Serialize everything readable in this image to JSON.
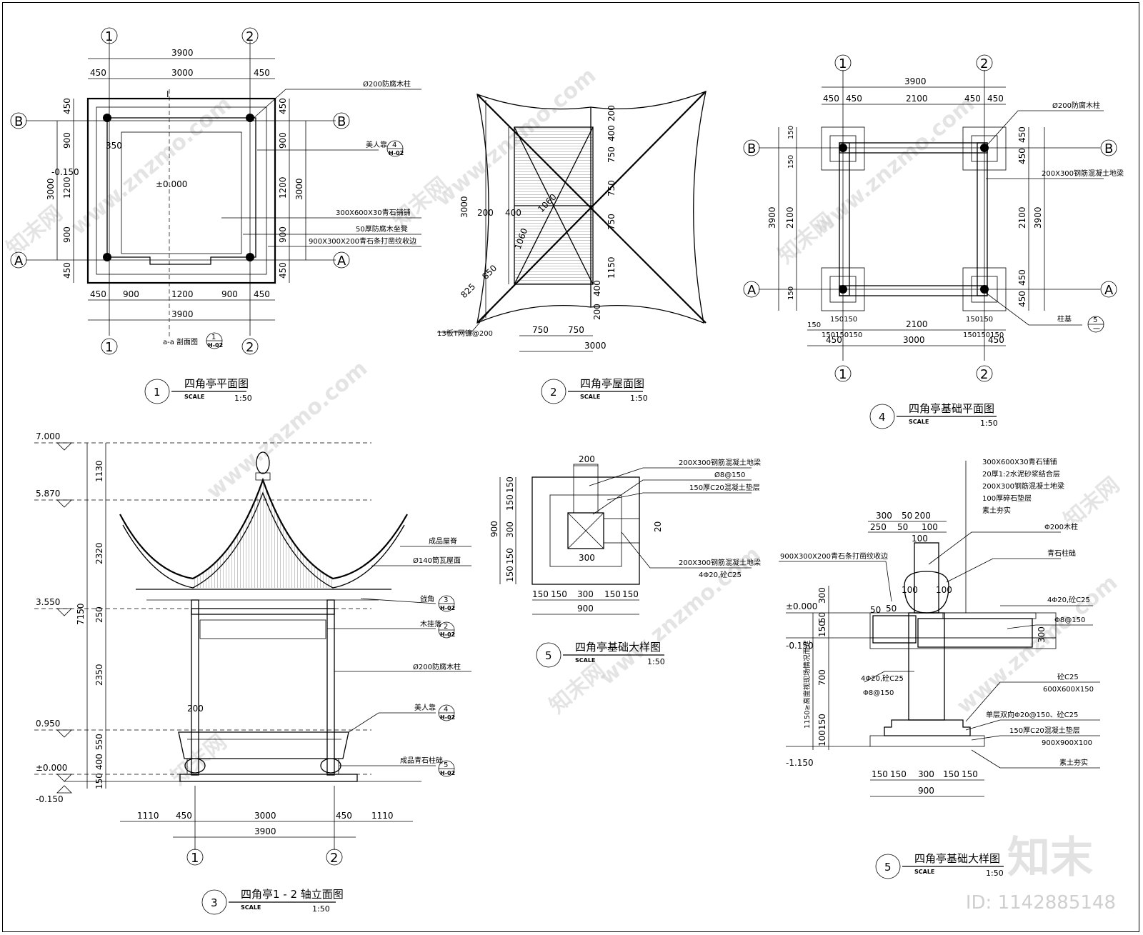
{
  "watermark": {
    "site": "www.znzmo.com",
    "brand": "知末网",
    "logo": "知末",
    "id": "ID: 1142885148"
  },
  "axes": {
    "one": "1",
    "two": "2",
    "a": "A",
    "b": "B"
  },
  "scale_label": "SCALE",
  "views": {
    "plan": {
      "number": "1",
      "title": "四角亭平面图",
      "scale": "1:50",
      "dims_top": [
        "3900",
        "450",
        "3000",
        "450"
      ],
      "dims_bottom": [
        "450",
        "900",
        "1200",
        "900",
        "450",
        "3900"
      ],
      "dims_left": [
        "450",
        "900",
        "1200",
        "900",
        "450",
        "3000"
      ],
      "dims_right": [
        "450",
        "900",
        "1200",
        "900",
        "450",
        "3000"
      ],
      "level_center": "±0.000",
      "level_edge": "-0.150",
      "inner_dim": "350",
      "section_mark": "I",
      "section_caption": "a-a 剖面图",
      "section_ref_top": "1",
      "section_ref_bottom": "H-02",
      "labels": [
        "Ø200防腐木柱",
        "美人靠",
        "300X600X30青石铺铺",
        "50厚防腐木坐凳",
        "900X300X200青石条打凿纹收边"
      ],
      "meiren_ref_top": "4",
      "meiren_ref_bottom": "H-02"
    },
    "roof": {
      "number": "2",
      "title": "四角亭屋面图",
      "scale": "1:50",
      "dims_left": [
        "3000",
        "200",
        "400",
        "1060",
        "850",
        "825"
      ],
      "dims_right": [
        "200",
        "400",
        "750",
        "750",
        "750",
        "1150",
        "400",
        "200"
      ],
      "diag": "1060",
      "dims_bottom": [
        "750",
        "750",
        "3000"
      ],
      "label": "13板T网镰@200"
    },
    "foundation_plan": {
      "number": "4",
      "title": "四角亭基础平面图",
      "scale": "1:50",
      "dims_top": [
        "3900",
        "450",
        "450",
        "2100",
        "450",
        "450"
      ],
      "dims_left": [
        "3900",
        "2100",
        "150",
        "150",
        "150"
      ],
      "dims_right": [
        "450",
        "450",
        "2100",
        "450",
        "450",
        "3900"
      ],
      "dims_bottom": [
        "150",
        "150150",
        "2100",
        "150150",
        "150150150",
        "150150150",
        "450",
        "3000",
        "450"
      ],
      "labels": [
        "Ø200防腐木柱",
        "200X300钢筋混凝土地梁",
        "柱基"
      ],
      "zhuji_ref_top": "5",
      "zhuji_ref_bottom": "一"
    },
    "elevation": {
      "number": "3",
      "title": "四角亭1 - 2 轴立面图",
      "scale": "1:50",
      "levels": [
        "7.000",
        "5.870",
        "3.550",
        "0.950",
        "±0.000",
        "-0.150"
      ],
      "dims_left": [
        "1130",
        "2320",
        "250",
        "2350",
        "550",
        "400",
        "150",
        "7150"
      ],
      "dims_bottom": [
        "1110",
        "450",
        "3000",
        "450",
        "1110",
        "3900"
      ],
      "inner_dim": "200",
      "labels": [
        "成品屋脊",
        "Ø140筒瓦屋面",
        "戗角",
        "木挂落",
        "Ø200防腐木柱",
        "美人靠",
        "成品青石柱础"
      ],
      "refs": [
        {
          "top": "3",
          "bottom": "H-02"
        },
        {
          "top": "2",
          "bottom": "H-02"
        },
        {
          "top": "4",
          "bottom": "H-02"
        },
        {
          "top": "5",
          "bottom": "H-02"
        }
      ]
    },
    "footing_plan_detail": {
      "number": "5",
      "title": "四角亭基础大样图",
      "scale": "1:50",
      "dims_top": "200",
      "dims_left": [
        "900",
        "150",
        "150",
        "300",
        "150",
        "150"
      ],
      "dims_bottom": [
        "150",
        "150",
        "300",
        "150",
        "150",
        "900"
      ],
      "inner": [
        "20",
        "300"
      ],
      "labels": [
        "200X300钢筋混凝土地梁",
        "Ø8@150",
        "150厚C20混凝土垫层",
        "200X300钢筋混凝土地梁",
        "4Φ20,砼C25"
      ]
    },
    "footing_section_detail": {
      "number": "5",
      "title": "四角亭基础大样图",
      "scale": "1:50",
      "dims_top": [
        "300",
        "50",
        "200",
        "250",
        "50",
        "100",
        "100"
      ],
      "levels": [
        "±0.000",
        "-0.150",
        "-1.150"
      ],
      "dims_left": [
        "300",
        "50",
        "150",
        "700",
        "150",
        "100",
        "1150≥高度视现场情况而定"
      ],
      "small": [
        "50",
        "50",
        "100",
        "100",
        "300"
      ],
      "dims_bottom": [
        "150",
        "150",
        "300",
        "150",
        "150",
        "900"
      ],
      "labels": [
        "300X600X30青石铺铺",
        "20厚1:2水泥砂浆结合层",
        "200X300钢筋混凝土地梁",
        "100厚碎石垫层",
        "素土夯实",
        "Φ200木柱",
        "青石柱础",
        "900X300X200青石条打凿纹收边",
        "4Φ20,砼C25",
        "Φ8@150",
        "4Φ20,砼C25",
        "Φ8@150",
        "砼C25",
        "600X600X150",
        "单层双向Φ20@150、砼C25",
        "150厚C20混凝土垫层",
        "900X900X100",
        "素土夯实"
      ]
    }
  }
}
